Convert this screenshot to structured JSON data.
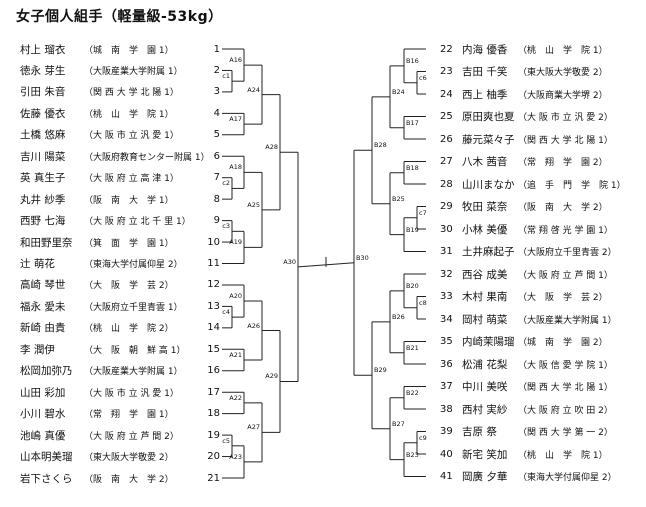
{
  "title": "女子個人組手（軽量級-53kg）",
  "left_entries": [
    {
      "seed": "1",
      "name": "村上 瑠衣",
      "school": "（城　南　学　園 1）"
    },
    {
      "seed": "2",
      "name": "徳永 芽生",
      "school": "（大阪産業大学附属 1）"
    },
    {
      "seed": "3",
      "name": "引田 朱音",
      "school": "（関 西 大 学 北 陽 1）"
    },
    {
      "seed": "4",
      "name": "佐藤 優衣",
      "school": "（桃　山　学　院 1）"
    },
    {
      "seed": "5",
      "name": "土橋 悠麻",
      "school": "（大 阪 市 立 汎 愛 1）"
    },
    {
      "seed": "6",
      "name": "吉川 陽菜",
      "school": "（大阪府教育センター附属 1）"
    },
    {
      "seed": "7",
      "name": "英 真生子",
      "school": "（大 阪 府 立 高 津 1）"
    },
    {
      "seed": "8",
      "name": "丸井 紗季",
      "school": "（阪　南　大　学 1）"
    },
    {
      "seed": "9",
      "name": "西野 七海",
      "school": "（大 阪 府 立 北 千 里 1）"
    },
    {
      "seed": "10",
      "name": "和田野里奈",
      "school": "（箕　面　学　園 1）"
    },
    {
      "seed": "11",
      "name": "辻 萌花",
      "school": "（東海大学付属仰星 2）"
    },
    {
      "seed": "12",
      "name": "高崎 琴世",
      "school": "（大　阪　学　芸 2）"
    },
    {
      "seed": "13",
      "name": "福永 愛未",
      "school": "（大阪府立千里青雲 1）"
    },
    {
      "seed": "14",
      "name": "新崎 由貴",
      "school": "（桃　山　学　院 2）"
    },
    {
      "seed": "15",
      "name": "李 潤伊",
      "school": "（大　阪　朝　鮮 高 1）"
    },
    {
      "seed": "16",
      "name": "松岡加弥乃",
      "school": "（大阪産業大学附属 1）"
    },
    {
      "seed": "17",
      "name": "山田 彩加",
      "school": "（大 阪 市 立 汎 愛 1）"
    },
    {
      "seed": "18",
      "name": "小川 碧水",
      "school": "（常　翔　学　園 1）"
    },
    {
      "seed": "19",
      "name": "池嶋 真優",
      "school": "（大 阪 府 立 芦 間 2）"
    },
    {
      "seed": "20",
      "name": "山本明美瑠",
      "school": "（東大阪大学敬愛 2）"
    },
    {
      "seed": "21",
      "name": "岩下さくら",
      "school": "（阪　南　大　学 2）"
    }
  ],
  "right_entries": [
    {
      "seed": "22",
      "name": "内海 優香",
      "school": "（桃　山　学　院 1）"
    },
    {
      "seed": "23",
      "name": "吉田 千笑",
      "school": "（東大阪大学敬愛 2）"
    },
    {
      "seed": "24",
      "name": "西上 柚季",
      "school": "（大阪商業大学堺 2）"
    },
    {
      "seed": "25",
      "name": "原田爽也夏",
      "school": "（大 阪 市 立 汎 愛 2）"
    },
    {
      "seed": "26",
      "name": "藤元菜々子",
      "school": "（関 西 大 学 北 陽 1）"
    },
    {
      "seed": "27",
      "name": "八木 茜音",
      "school": "（常　翔　学　園 2）"
    },
    {
      "seed": "28",
      "name": "山川まなか",
      "school": "（追　手　門　学　院 1）"
    },
    {
      "seed": "29",
      "name": "牧田 菜奈",
      "school": "（阪　南　大　学 2）"
    },
    {
      "seed": "30",
      "name": "小林 美優",
      "school": "（常 翔 啓 光 学 園 1）"
    },
    {
      "seed": "31",
      "name": "土井麻起子",
      "school": "（大阪府立千里青雲 2）"
    },
    {
      "seed": "32",
      "name": "西谷 成美",
      "school": "（大 阪 府 立 芦 間 1）"
    },
    {
      "seed": "33",
      "name": "木村 果南",
      "school": "（大　阪　学　芸 2）"
    },
    {
      "seed": "34",
      "name": "岡村 萌菜",
      "school": "（大阪産業大学附属 1）"
    },
    {
      "seed": "35",
      "name": "内崎茉陽瑠",
      "school": "（城　南　学　園 2）"
    },
    {
      "seed": "36",
      "name": "松浦 花梨",
      "school": "（大 阪 信 愛 学 院 1）"
    },
    {
      "seed": "37",
      "name": "中川 美咲",
      "school": "（関 西 大 学 北 陽 1）"
    },
    {
      "seed": "38",
      "name": "西村 実紗",
      "school": "（大 阪 府 立 吹 田 2）"
    },
    {
      "seed": "39",
      "name": "吉原 祭",
      "school": "（関 西 大 学 第 一 2）"
    },
    {
      "seed": "40",
      "name": "新宅 笑加",
      "school": "（桃　山　学　院 1）"
    },
    {
      "seed": "41",
      "name": "岡廣 夕華",
      "school": "（東海大学付属仰星 2）"
    }
  ],
  "bout_labels": {
    "c1": "c1",
    "c2": "c2",
    "c3": "c3",
    "c4": "c4",
    "c5": "c5",
    "c6": "c6",
    "c7": "c7",
    "c8": "c8",
    "c9": "c9",
    "A16": "A16",
    "A17": "A17",
    "A18": "A18",
    "A19": "A19",
    "A20": "A20",
    "A21": "A21",
    "A22": "A22",
    "A23": "A23",
    "A24": "A24",
    "A25": "A25",
    "A26": "A26",
    "A27": "A27",
    "A28": "A28",
    "A29": "A29",
    "A30": "A30",
    "B16": "B16",
    "B17": "B17",
    "B18": "B18",
    "B19": "B19",
    "B20": "B20",
    "B21": "B21",
    "B22": "B22",
    "B23": "B23",
    "B24": "B24",
    "B25": "B25",
    "B26": "B26",
    "B27": "B27",
    "B28": "B28",
    "B29": "B29",
    "B30": "B30"
  }
}
